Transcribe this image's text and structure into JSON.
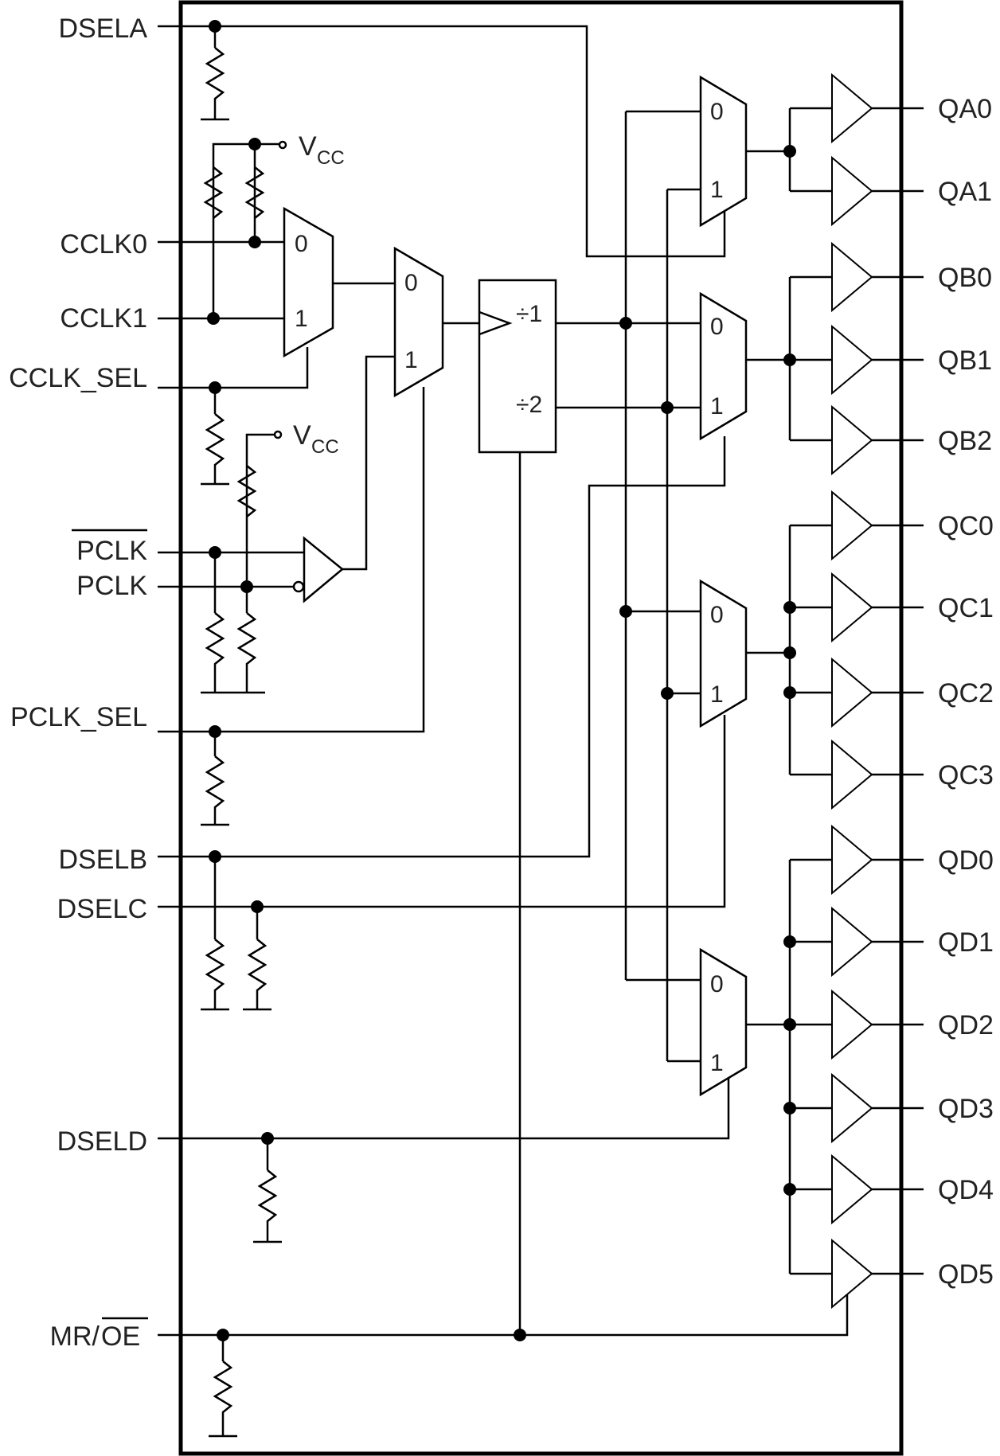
{
  "inputs": {
    "dsela": "DSELA",
    "vcc_v": "V",
    "vcc_sub": "CC",
    "cclk0": "CCLK0",
    "cclk1": "CCLK1",
    "cclk_sel": "CCLK_SEL",
    "pclk": "PCLK",
    "pclk_bar": "PCLK",
    "pclk_sel": "PCLK_SEL",
    "dselb": "DSELB",
    "dselc": "DSELC",
    "dseld": "DSELD",
    "mr_oe_mr": "MR/",
    "mr_oe_oe": "OE"
  },
  "mux_labels": {
    "zero": "0",
    "one": "1"
  },
  "divider": {
    "div1": "÷1",
    "div2": "÷2"
  },
  "outputs": {
    "qa": [
      "QA0",
      "QA1"
    ],
    "qb": [
      "QB0",
      "QB1",
      "QB2"
    ],
    "qc": [
      "QC0",
      "QC1",
      "QC2",
      "QC3"
    ],
    "qd": [
      "QD0",
      "QD1",
      "QD2",
      "QD3",
      "QD4",
      "QD5"
    ]
  }
}
